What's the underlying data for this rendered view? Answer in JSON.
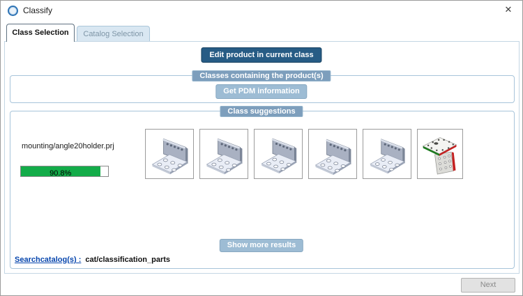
{
  "window": {
    "title": "Classify",
    "close_glyph": "✕"
  },
  "tabs": {
    "class_selection": "Class Selection",
    "catalog_selection": "Catalog Selection"
  },
  "buttons": {
    "edit_product": "Edit product in current class",
    "get_pdm": "Get PDM information",
    "show_more": "Show more results",
    "next": "Next"
  },
  "group_labels": {
    "classes_containing": "Classes containing the product(s)",
    "class_suggestions": "Class suggestions"
  },
  "suggestion": {
    "project_name": "mounting/angle20holder.prj",
    "confidence_label": "90.8%",
    "confidence_percent": 90.8,
    "thumbnail_count": 6,
    "thumbnails": [
      "angle-bracket-iso-view-1",
      "angle-bracket-iso-view-2",
      "angle-bracket-iso-view-3",
      "angle-bracket-iso-view-4",
      "angle-bracket-iso-view-5",
      "angle-bracket-colored-edges-view"
    ]
  },
  "search_catalog": {
    "label": "Searchcatalog(s) :",
    "value": "cat/classification_parts"
  },
  "colors": {
    "accent_dark_blue": "#275c85",
    "button_blue": "#9dbcd4",
    "legend_blue": "#7d9ebc",
    "progress_green": "#13ac49",
    "link_blue": "#0645ad",
    "tab_inactive_bg": "#d9e7f2"
  }
}
